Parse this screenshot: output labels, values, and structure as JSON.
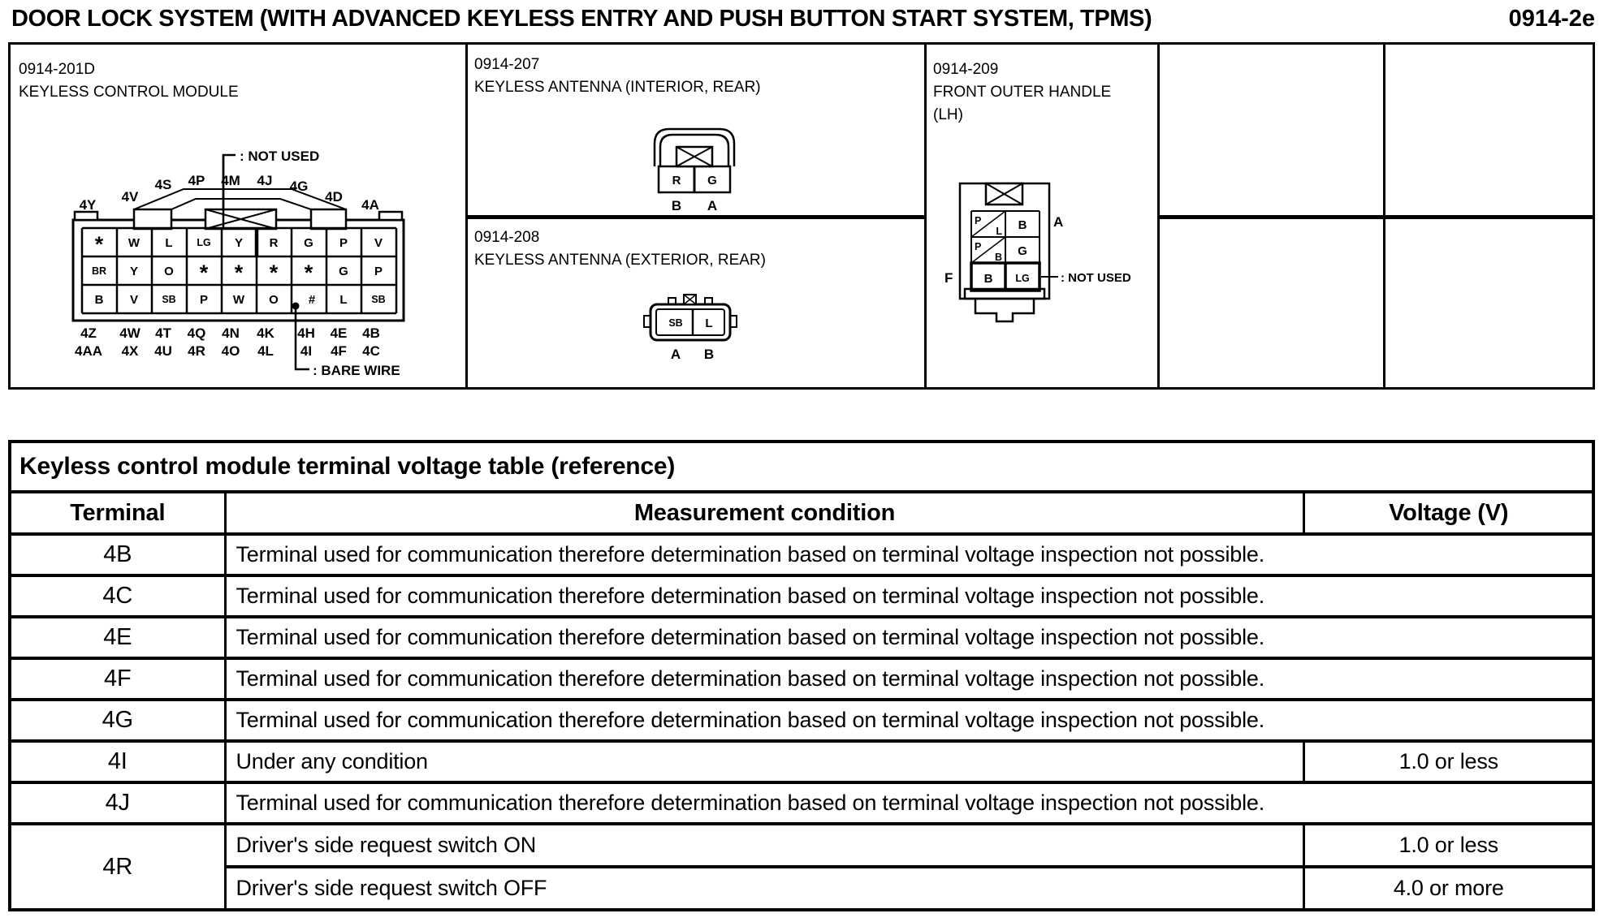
{
  "page": {
    "title": "DOOR LOCK SYSTEM (WITH ADVANCED KEYLESS ENTRY AND PUSH BUTTON START SYSTEM, TPMS)",
    "page_ref": "0914-2e"
  },
  "connector_grid": {
    "module": {
      "id": "0914-201D",
      "name": "KEYLESS CONTROL MODULE",
      "not_used_label": ": NOT USED",
      "bare_wire_label": ": BARE WIRE",
      "top_labels": [
        "4Y",
        "4V",
        "4S",
        "4P",
        "4M",
        "4J",
        "4G",
        "4D",
        "4A"
      ],
      "pin_rows": [
        [
          "*",
          "W",
          "L",
          "LG",
          "Y",
          "R",
          "G",
          "P",
          "V"
        ],
        [
          "BR",
          "Y",
          "O",
          "*",
          "*",
          "*",
          "*",
          "G",
          "P"
        ],
        [
          "B",
          "V",
          "SB",
          "P",
          "W",
          "O",
          "#",
          "L",
          "SB"
        ]
      ],
      "bottom_labels_row1": [
        "4Z",
        "4W",
        "4T",
        "4Q",
        "4N",
        "4K",
        "4H",
        "4E",
        "4B"
      ],
      "bottom_labels_row2": [
        "4AA",
        "4X",
        "4U",
        "4R",
        "4O",
        "4L",
        "4I",
        "4F",
        "4C"
      ]
    },
    "antenna_interior": {
      "id": "0914-207",
      "name": "KEYLESS ANTENNA (INTERIOR, REAR)",
      "pins": [
        "R",
        "G"
      ],
      "pin_ids": [
        "B",
        "A"
      ]
    },
    "antenna_exterior": {
      "id": "0914-208",
      "name": "KEYLESS ANTENNA (EXTERIOR, REAR)",
      "pins": [
        "SB",
        "L"
      ],
      "pin_ids": [
        "A",
        "B"
      ]
    },
    "front_outer_handle": {
      "id": "0914-209",
      "name": "FRONT OUTER HANDLE",
      "name2": "(LH)",
      "not_used_label": ": NOT USED",
      "pin_a": "A",
      "pin_f": "F",
      "cells": {
        "r1c1_top": "P",
        "r1c1_bot": "L",
        "r1c2": "B",
        "r2c1_top": "P",
        "r2c1_bot": "B",
        "r2c2": "G",
        "r3c1": "B",
        "r3c2": "LG"
      }
    }
  },
  "voltage_table": {
    "title": "Keyless control module terminal voltage table (reference)",
    "headers": {
      "terminal": "Terminal",
      "condition": "Measurement condition",
      "voltage": "Voltage (V)"
    },
    "rows": [
      {
        "terminal": "4B",
        "condition": "Terminal used for communication therefore determination based on terminal voltage inspection not possible.",
        "voltage": ""
      },
      {
        "terminal": "4C",
        "condition": "Terminal used for communication therefore determination based on terminal voltage inspection not possible.",
        "voltage": ""
      },
      {
        "terminal": "4E",
        "condition": "Terminal used for communication therefore determination based on terminal voltage inspection not possible.",
        "voltage": ""
      },
      {
        "terminal": "4F",
        "condition": "Terminal used for communication therefore determination based on terminal voltage inspection not possible.",
        "voltage": ""
      },
      {
        "terminal": "4G",
        "condition": "Terminal used for communication therefore determination based on terminal voltage inspection not possible.",
        "voltage": ""
      },
      {
        "terminal": "4I",
        "condition": "Under any condition",
        "voltage": "1.0 or less"
      },
      {
        "terminal": "4J",
        "condition": "Terminal used for communication therefore determination based on terminal voltage inspection not possible.",
        "voltage": ""
      },
      {
        "terminal": "4R",
        "condition": "Driver's side request switch ON",
        "voltage": "1.0 or less"
      },
      {
        "terminal": "",
        "condition": "Driver's side request switch OFF",
        "voltage": "4.0 or more"
      }
    ]
  }
}
